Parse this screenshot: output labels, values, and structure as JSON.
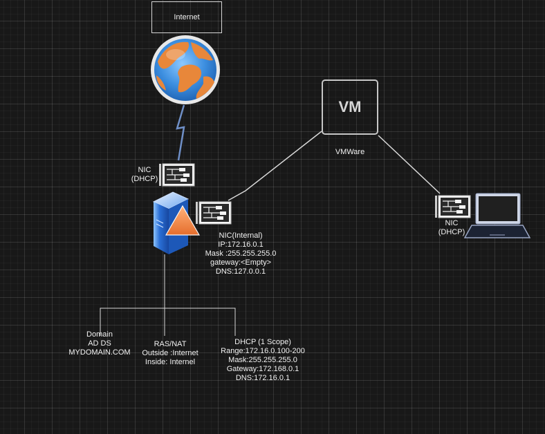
{
  "internet": {
    "label": "Internet"
  },
  "vm": {
    "label": "VM",
    "caption": "VMWare"
  },
  "nic_external": {
    "line1": "NIC",
    "line2": "(DHCP)"
  },
  "nic_internal": {
    "line1": "NIC(Internal)",
    "line2": "IP:172.16.0.1",
    "line3": "Mask :255.255.255.0",
    "line4": "gateway:<Empty>",
    "line5": "DNS:127.0.0.1"
  },
  "nic_client": {
    "line1": "NIC",
    "line2": "(DHCP)"
  },
  "roles": {
    "domain": {
      "line1": "Domain",
      "line2": "AD DS",
      "line3": "MYDOMAIN.COM"
    },
    "rasnat": {
      "line1": "RAS/NAT",
      "line2": "Outside :Internet",
      "line3": "Inside: Internel"
    },
    "dhcp": {
      "line1": "DHCP (1 Scope)",
      "line2": "Range:172.16.0.100-200",
      "line3": "Mask:255.255.255.0",
      "line4": "Gateway:172.168.0.1",
      "line5": "DNS:172.16.0.1"
    }
  },
  "icons": {
    "globe": "globe-icon",
    "lightning": "lightning-icon",
    "server": "server-icon",
    "nic_card": "network-card-icon",
    "laptop": "laptop-icon"
  },
  "colors": {
    "background": "#181818",
    "line": "#d9d9d9",
    "globe_ocean": "#3d8fe0",
    "globe_land": "#e8873a",
    "server_blue": "#2a6fd6",
    "triangle_orange": "#f08a4b",
    "lightning": "#6f8fc7"
  }
}
